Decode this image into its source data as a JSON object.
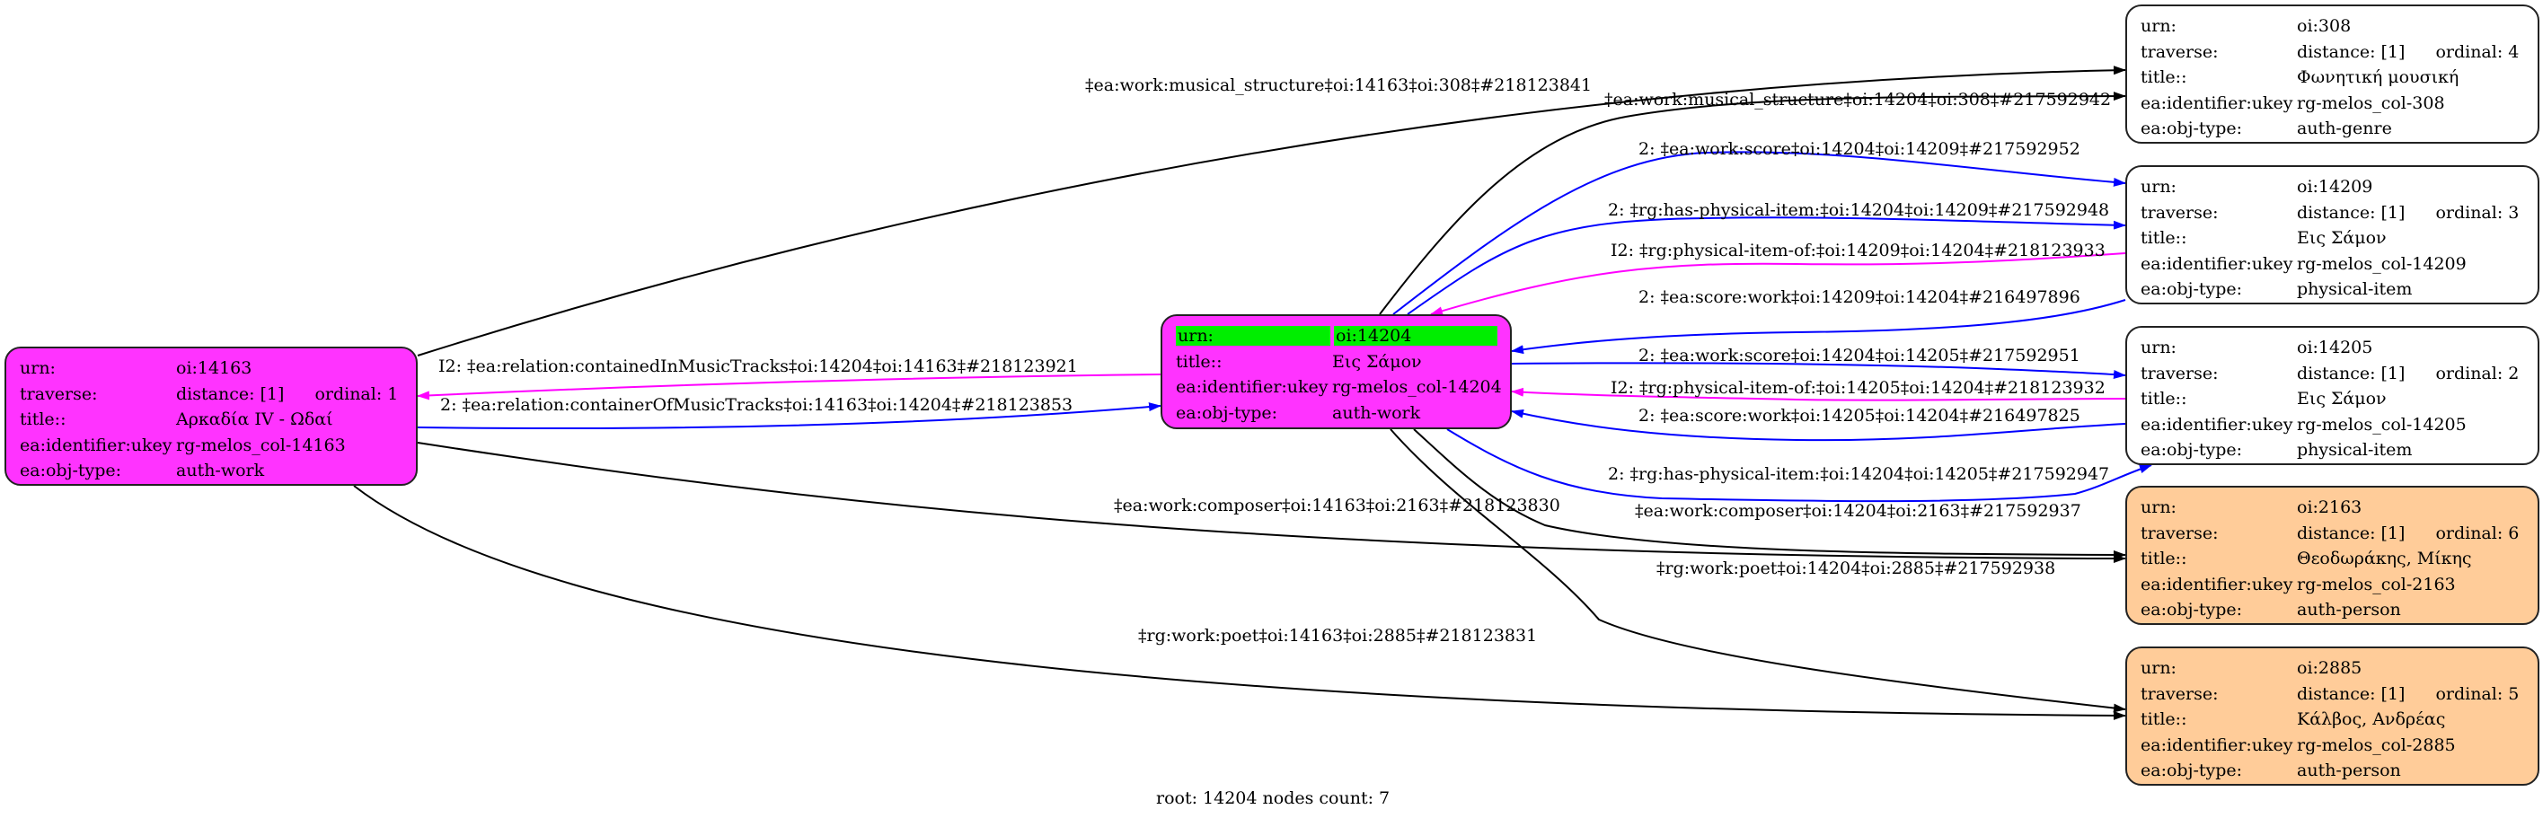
{
  "colors": {
    "work_fill": "#ff33ff",
    "person_fill": "#ffcc99",
    "plain_fill": "#ffffff",
    "root_highlight": "#00ee00",
    "edge_black": "#000000",
    "edge_blue": "#0000ff",
    "edge_magenta": "#ff00ff"
  },
  "field_labels": {
    "urn": "urn:",
    "traverse": "traverse:",
    "title": "title::",
    "ukey": "ea:identifier:ukey",
    "objtype": "ea:obj-type:"
  },
  "nodes": {
    "n14163": {
      "urn": "oi:14163",
      "distance": "distance: [1]",
      "ordinal": "ordinal: 1",
      "title": "Αρκαδία IV - Ωδαί",
      "ukey": "rg-melos_col-14163",
      "objtype": "auth-work"
    },
    "n14204": {
      "urn": "oi:14204",
      "title": "Εις Σάμον",
      "ukey": "rg-melos_col-14204",
      "objtype": "auth-work",
      "is_root": true
    },
    "n308": {
      "urn": "oi:308",
      "distance": "distance: [1]",
      "ordinal": "ordinal: 4",
      "title": "Φωνητική μουσική",
      "ukey": "rg-melos_col-308",
      "objtype": "auth-genre"
    },
    "n14209": {
      "urn": "oi:14209",
      "distance": "distance: [1]",
      "ordinal": "ordinal: 3",
      "title": "Εις Σάμον",
      "ukey": "rg-melos_col-14209",
      "objtype": "physical-item"
    },
    "n14205": {
      "urn": "oi:14205",
      "distance": "distance: [1]",
      "ordinal": "ordinal: 2",
      "title": "Εις Σάμον",
      "ukey": "rg-melos_col-14205",
      "objtype": "physical-item"
    },
    "n2163": {
      "urn": "oi:2163",
      "distance": "distance: [1]",
      "ordinal": "ordinal: 6",
      "title": "Θεοδωράκης, Μίκης",
      "ukey": "rg-melos_col-2163",
      "objtype": "auth-person"
    },
    "n2885": {
      "urn": "oi:2885",
      "distance": "distance: [1]",
      "ordinal": "ordinal: 5",
      "title": "Κάλβος, Ανδρέας",
      "ukey": "rg-melos_col-2885",
      "objtype": "auth-person"
    }
  },
  "edges": [
    {
      "id": "e1",
      "from": "oi:14163",
      "to": "oi:308",
      "color": "black",
      "label": "‡ea:work:musical_structure‡oi:14163‡oi:308‡#218123841"
    },
    {
      "id": "e2",
      "from": "oi:14204",
      "to": "oi:308",
      "color": "black",
      "label": "‡ea:work:musical_structure‡oi:14204‡oi:308‡#217592942"
    },
    {
      "id": "e3",
      "from": "oi:14204",
      "to": "oi:14209",
      "color": "blue",
      "label": "2: ‡ea:work:score‡oi:14204‡oi:14209‡#217592952"
    },
    {
      "id": "e4",
      "from": "oi:14204",
      "to": "oi:14209",
      "color": "blue",
      "label": "2: ‡rg:has-physical-item:‡oi:14204‡oi:14209‡#217592948"
    },
    {
      "id": "e5",
      "from": "oi:14209",
      "to": "oi:14204",
      "color": "magenta",
      "label": "I2: ‡rg:physical-item-of:‡oi:14209‡oi:14204‡#218123933"
    },
    {
      "id": "e6",
      "from": "oi:14209",
      "to": "oi:14204",
      "color": "blue",
      "label": "2: ‡ea:score:work‡oi:14209‡oi:14204‡#216497896"
    },
    {
      "id": "e7",
      "from": "oi:14204",
      "to": "oi:14205",
      "color": "blue",
      "label": "2: ‡ea:work:score‡oi:14204‡oi:14205‡#217592951"
    },
    {
      "id": "e8",
      "from": "oi:14205",
      "to": "oi:14204",
      "color": "magenta",
      "label": "I2: ‡rg:physical-item-of:‡oi:14205‡oi:14204‡#218123932"
    },
    {
      "id": "e9",
      "from": "oi:14205",
      "to": "oi:14204",
      "color": "blue",
      "label": "2: ‡ea:score:work‡oi:14205‡oi:14204‡#216497825"
    },
    {
      "id": "e10",
      "from": "oi:14204",
      "to": "oi:14205",
      "color": "blue",
      "label": "2: ‡rg:has-physical-item:‡oi:14204‡oi:14205‡#217592947"
    },
    {
      "id": "e11",
      "from": "oi:14204",
      "to": "oi:14163",
      "color": "magenta",
      "label": "I2: ‡ea:relation:containedInMusicTracks‡oi:14204‡oi:14163‡#218123921"
    },
    {
      "id": "e12",
      "from": "oi:14163",
      "to": "oi:14204",
      "color": "blue",
      "label": "2: ‡ea:relation:containerOfMusicTracks‡oi:14163‡oi:14204‡#218123853"
    },
    {
      "id": "e13",
      "from": "oi:14163",
      "to": "oi:2163",
      "color": "black",
      "label": "‡ea:work:composer‡oi:14163‡oi:2163‡#218123830"
    },
    {
      "id": "e14",
      "from": "oi:14204",
      "to": "oi:2163",
      "color": "black",
      "label": "‡ea:work:composer‡oi:14204‡oi:2163‡#217592937"
    },
    {
      "id": "e15",
      "from": "oi:14204",
      "to": "oi:2885",
      "color": "black",
      "label": "‡rg:work:poet‡oi:14204‡oi:2885‡#217592938"
    },
    {
      "id": "e16",
      "from": "oi:14163",
      "to": "oi:2885",
      "color": "black",
      "label": "‡rg:work:poet‡oi:14163‡oi:2885‡#218123831"
    }
  ],
  "footer": {
    "text": "root: 14204 nodes count: 7",
    "root": "14204",
    "nodes_count": 7
  }
}
